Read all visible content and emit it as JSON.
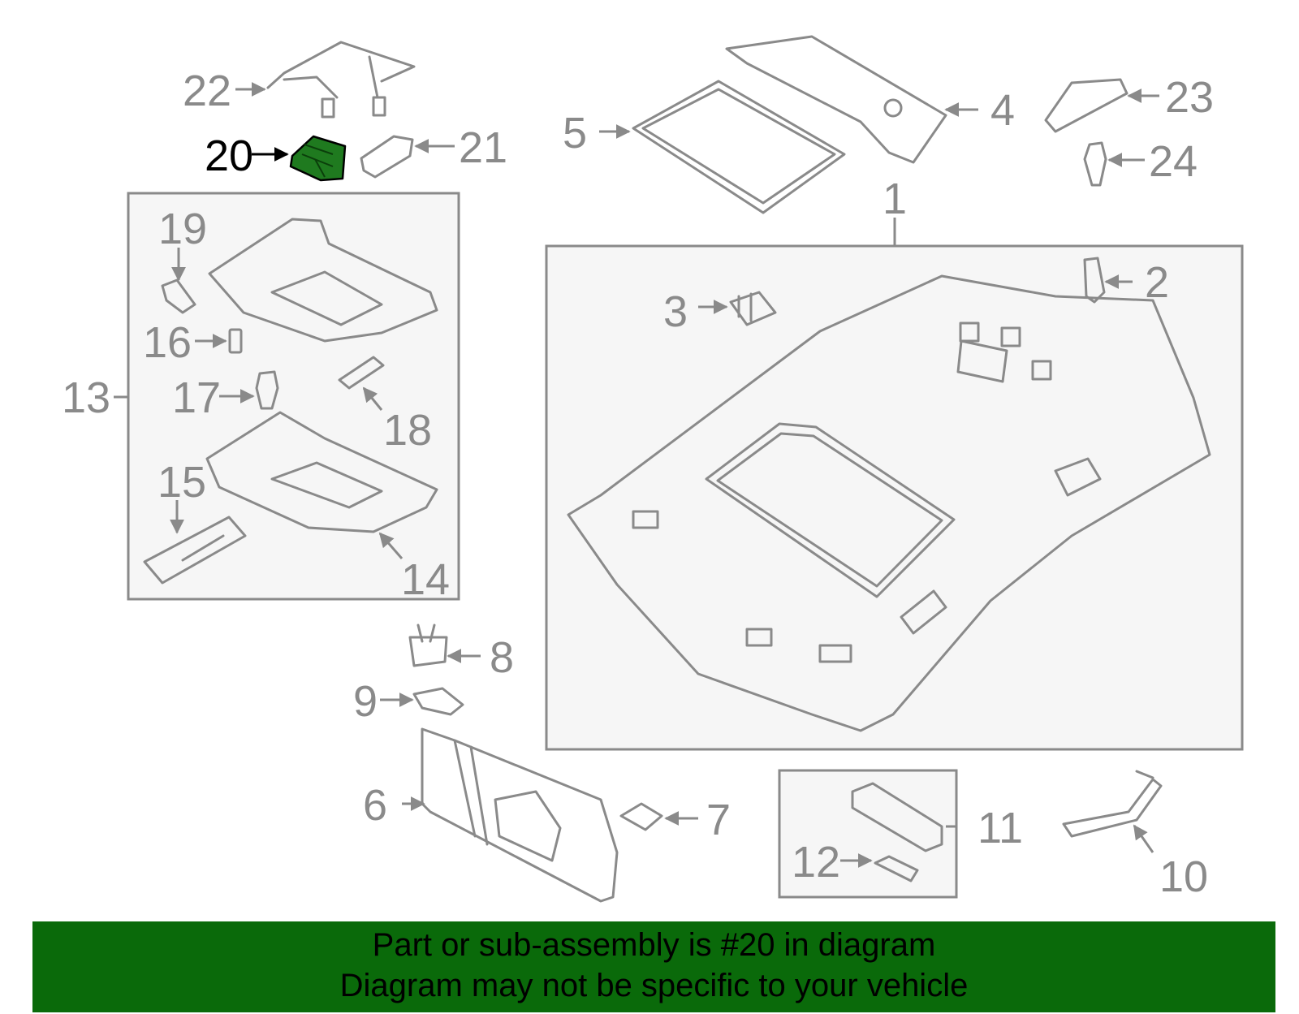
{
  "diagram": {
    "highlight_color": "#1f7a1f",
    "line_color": "#8a8a8a",
    "callouts": [
      {
        "id": "1",
        "label": "1"
      },
      {
        "id": "2",
        "label": "2"
      },
      {
        "id": "3",
        "label": "3"
      },
      {
        "id": "4",
        "label": "4"
      },
      {
        "id": "5",
        "label": "5"
      },
      {
        "id": "6",
        "label": "6"
      },
      {
        "id": "7",
        "label": "7"
      },
      {
        "id": "8",
        "label": "8"
      },
      {
        "id": "9",
        "label": "9"
      },
      {
        "id": "10",
        "label": "10"
      },
      {
        "id": "11",
        "label": "11"
      },
      {
        "id": "12",
        "label": "12"
      },
      {
        "id": "13",
        "label": "13"
      },
      {
        "id": "14",
        "label": "14"
      },
      {
        "id": "15",
        "label": "15"
      },
      {
        "id": "16",
        "label": "16"
      },
      {
        "id": "17",
        "label": "17"
      },
      {
        "id": "18",
        "label": "18"
      },
      {
        "id": "19",
        "label": "19"
      },
      {
        "id": "20",
        "label": "20",
        "highlighted": true
      },
      {
        "id": "21",
        "label": "21"
      },
      {
        "id": "22",
        "label": "22"
      },
      {
        "id": "23",
        "label": "23"
      },
      {
        "id": "24",
        "label": "24"
      }
    ]
  },
  "banner": {
    "color": "#0a6a0a",
    "line1": "Part or sub-assembly is #20 in diagram",
    "line2": "Diagram may not be specific to your vehicle"
  }
}
